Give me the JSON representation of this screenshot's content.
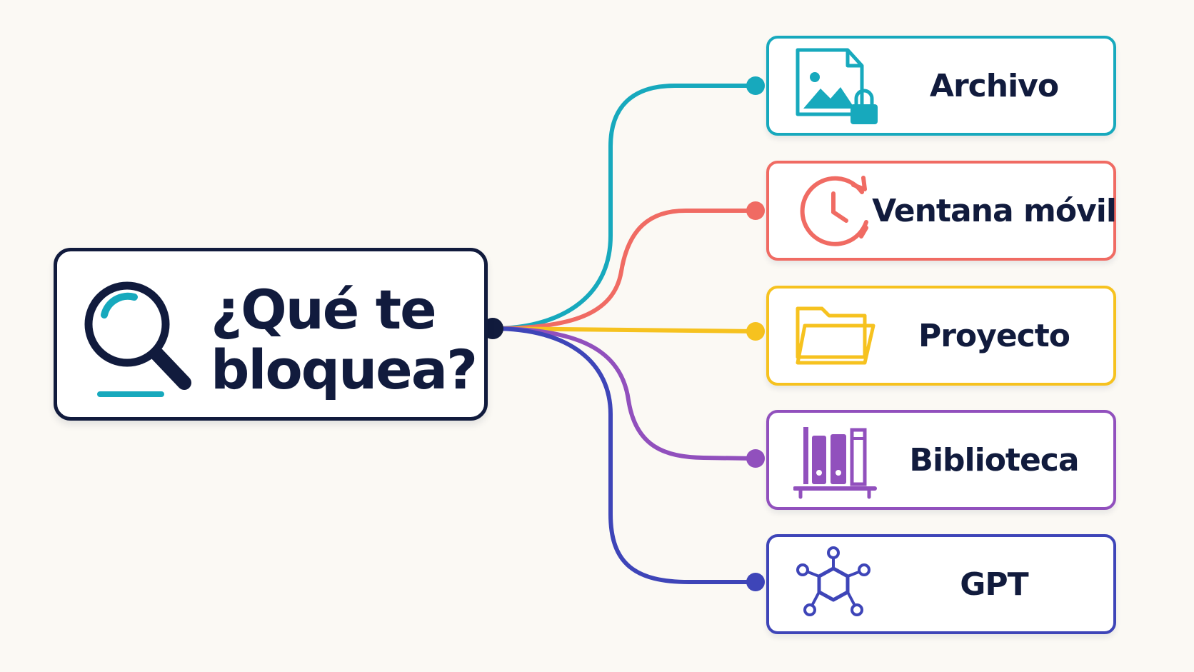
{
  "diagram": {
    "root": {
      "title": "¿Qué te\nbloquea?",
      "icon": "search-icon",
      "border_color": "#111b3d"
    },
    "nodes": [
      {
        "id": "archivo",
        "label": "Archivo",
        "icon": "image-file-lock-icon",
        "color": "#17a9bd"
      },
      {
        "id": "ventana",
        "label": "Ventana móvil",
        "icon": "clock-refresh-icon",
        "color": "#f06b63"
      },
      {
        "id": "proyecto",
        "label": "Proyecto",
        "icon": "folder-icon",
        "color": "#f6c21f"
      },
      {
        "id": "biblioteca",
        "label": "Biblioteca",
        "icon": "bookshelf-icon",
        "color": "#9150bd"
      },
      {
        "id": "gpt",
        "label": "GPT",
        "icon": "molecule-network-icon",
        "color": "#3e45b8"
      }
    ]
  }
}
